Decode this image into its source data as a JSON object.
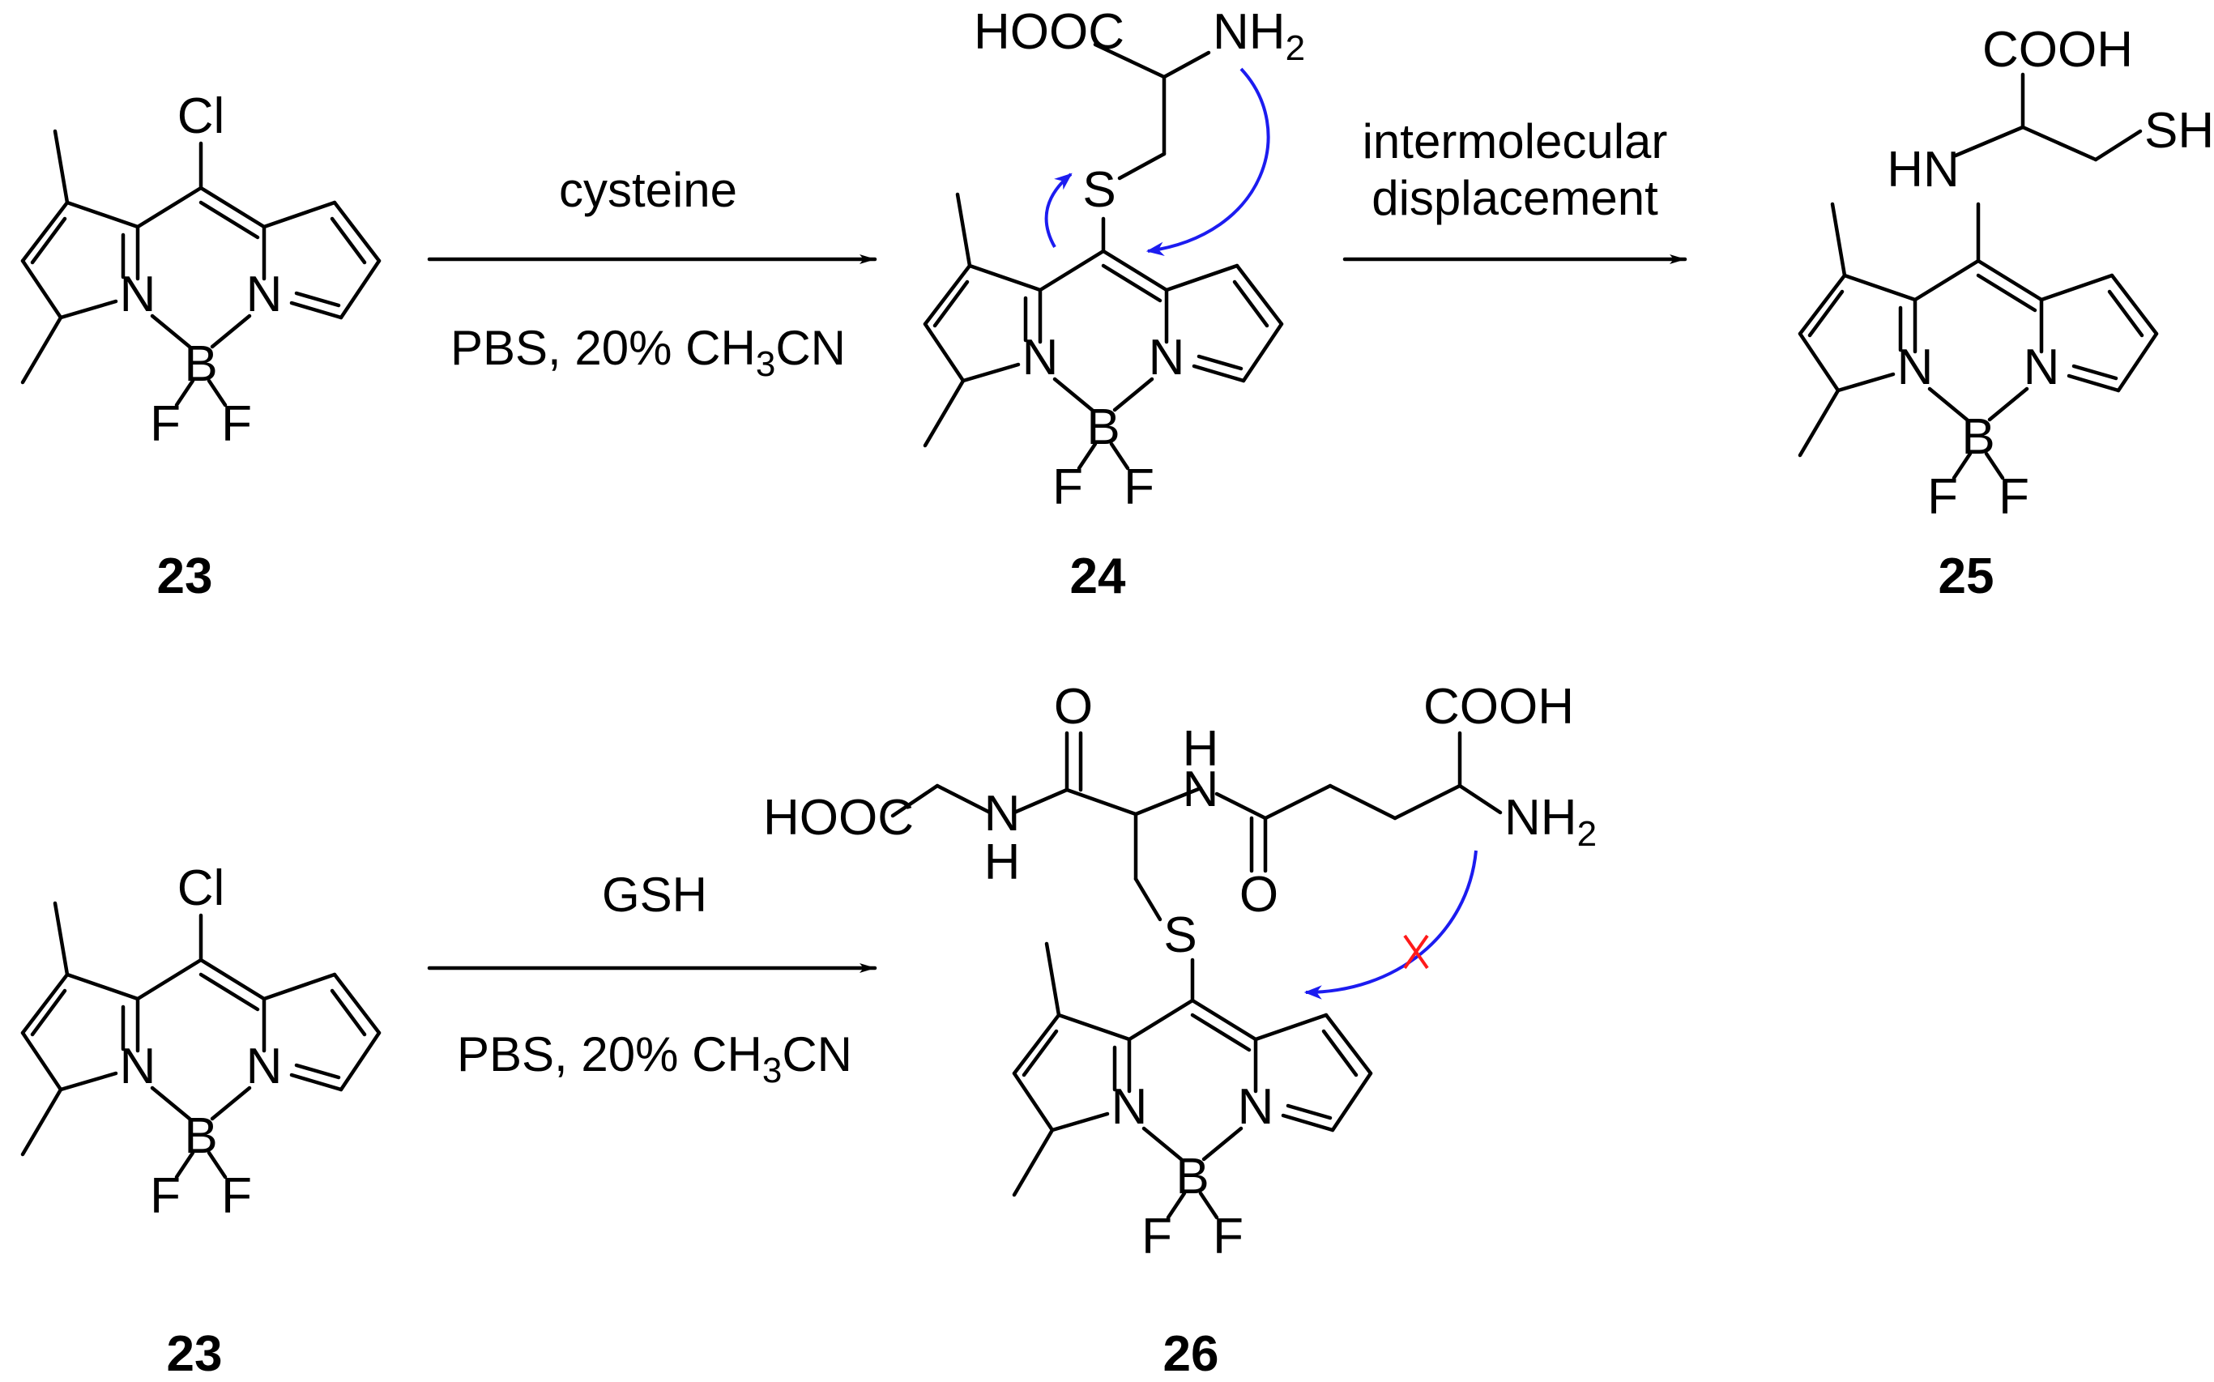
{
  "atoms": {
    "Cl": "Cl",
    "S": "S",
    "N": "N",
    "B": "B",
    "F": "F",
    "H": "H",
    "O": "O",
    "HN": "HN",
    "SH": "SH",
    "COOH": "COOH",
    "HOOC": "HOOC",
    "NH": "NH",
    "sub2": "2"
  },
  "reaction1": {
    "reagent": "cysteine",
    "conditions_prefix": "PBS, 20% CH",
    "conditions_sub": "3",
    "conditions_suffix": "CN",
    "step2_line1": "intermolecular",
    "step2_line2": "displacement"
  },
  "reaction2": {
    "reagent": "GSH",
    "conditions_prefix": "PBS, 20% CH",
    "conditions_sub": "3",
    "conditions_suffix": "CN"
  },
  "compounds": {
    "c23_top": "23",
    "c24": "24",
    "c25": "25",
    "c23_bottom": "23",
    "c26": "26"
  },
  "colors": {
    "mechanism_arrow": "#1c1cf0",
    "blocked_mark": "#ff1a1a"
  }
}
